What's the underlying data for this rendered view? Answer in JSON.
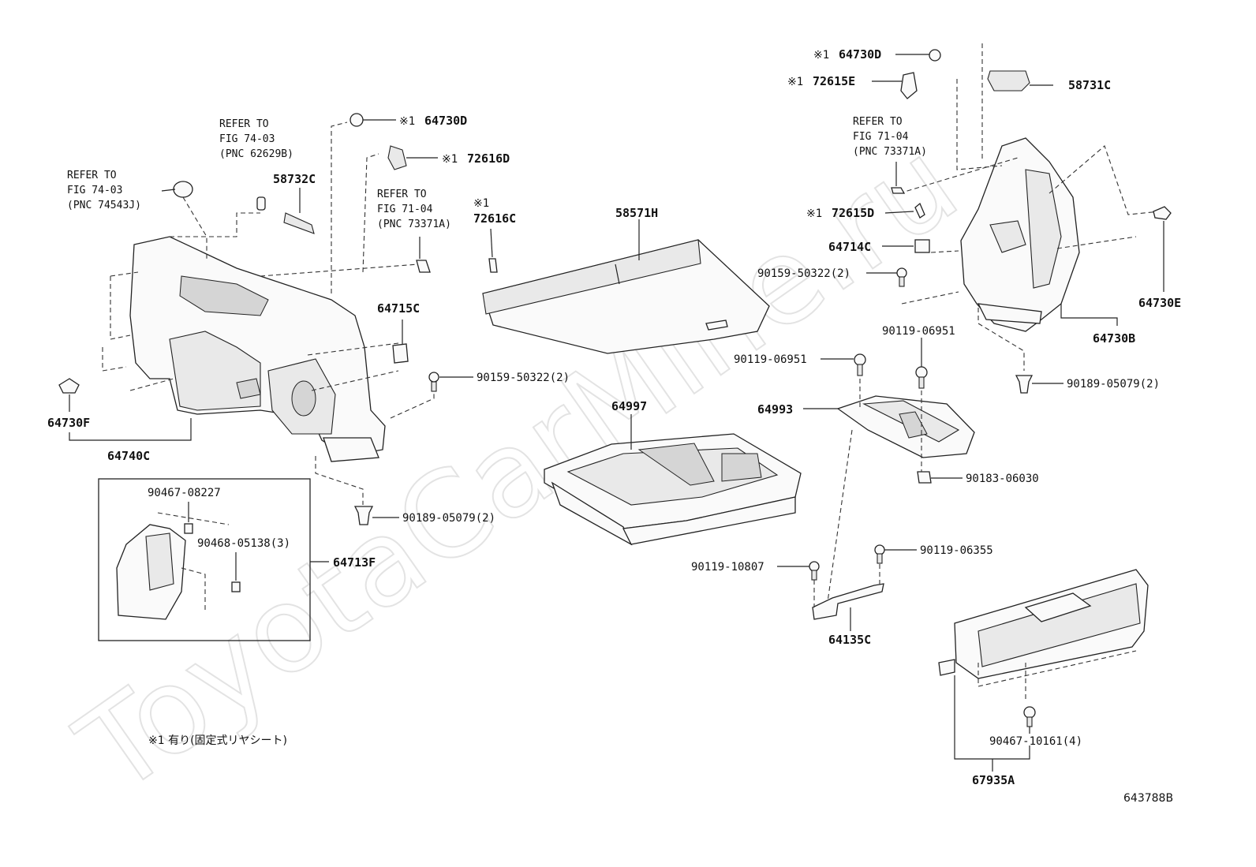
{
  "watermark": "ToyotaCarMine.ru",
  "figure_code": "643788B",
  "footnote": "※1 有り(固定式リヤシート)",
  "mark": "※1",
  "refs": {
    "ref_a": [
      "REFER TO",
      "FIG 74-03",
      "(PNC 74543J)"
    ],
    "ref_b": [
      "REFER TO",
      "FIG 74-03",
      "(PNC 62629B)"
    ],
    "ref_c": [
      "REFER TO",
      "FIG 71-04",
      "(PNC 73371A)"
    ],
    "ref_d": [
      "REFER TO",
      "FIG 71-04",
      "(PNC 73371A)"
    ]
  },
  "parts": {
    "p64730D_left": "64730D",
    "p72616D": "72616D",
    "p58732C": "58732C",
    "p72616C": "72616C",
    "p58571H": "58571H",
    "p64715C": "64715C",
    "p90159_left": "90159-50322(2)",
    "p64730F": "64730F",
    "p64740C": "64740C",
    "p90189_left": "90189-05079(2)",
    "p90467_08227": "90467-08227",
    "p90468_05138": "90468-05138(3)",
    "p64713F": "64713F",
    "p64997": "64997",
    "p64730D_right": "64730D",
    "p72615E": "72615E",
    "p58731C": "58731C",
    "p72615D": "72615D",
    "p64714C": "64714C",
    "p90159_right": "90159-50322(2)",
    "p64730E": "64730E",
    "p64730B": "64730B",
    "p90119_06951_a": "90119-06951",
    "p90119_06951_b": "90119-06951",
    "p90189_right": "90189-05079(2)",
    "p64993": "64993",
    "p90183": "90183-06030",
    "p90119_06355": "90119-06355",
    "p90119_10807": "90119-10807",
    "p64135C": "64135C",
    "p90467_10161": "90467-10161(4)",
    "p67935A": "67935A"
  }
}
